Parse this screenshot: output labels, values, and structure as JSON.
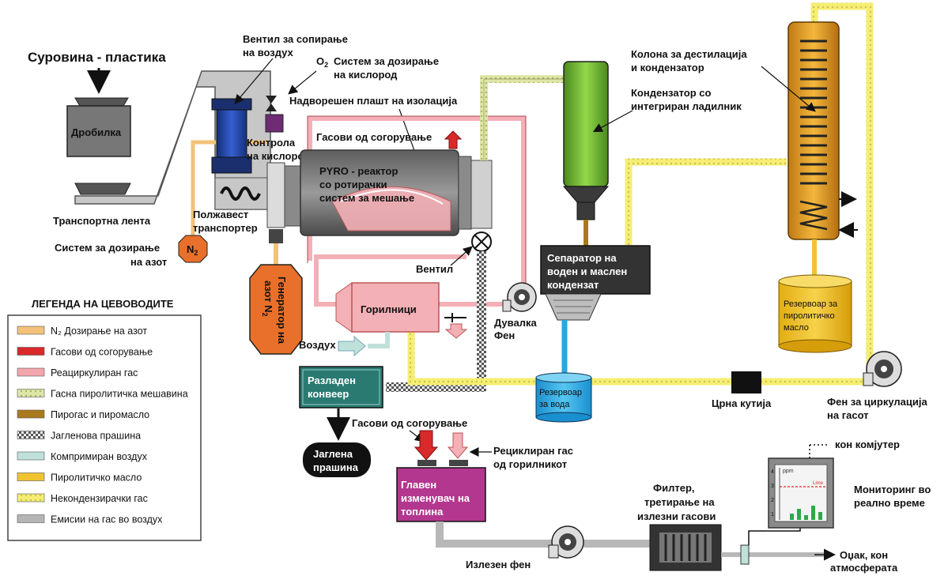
{
  "labels": {
    "raw_material": "Суровина - пластика",
    "crusher": "Дробилка",
    "conveyor_belt": "Транспортна лента",
    "n2_dosing_line1": "Систем за дозирање",
    "n2_dosing_line2": "на азот",
    "n2_symbol": "N",
    "n2_symbol_sub": "2",
    "air_valve_line1": "Вентил за сопирање",
    "air_valve_line2": "на воздух",
    "o2_symbol": "O",
    "o2_symbol_sub": "2",
    "o2_dosing_line1": "Систем за дозирање",
    "o2_dosing_line2": "на кислород",
    "outer_shell": "Надворешен плашт на изолација",
    "oxygen_control_line1": "Контрола",
    "oxygen_control_line2": "на кислород",
    "combustion_gases": "Гасови од согорување",
    "reactor_line1": "PYRO - реактор",
    "reactor_line2": "со ротирачки",
    "reactor_line3": "систем за мешање",
    "screw_line1": "Полжавест",
    "screw_line2": "транспортер",
    "n2_gen_line1": "Генератор на",
    "n2_gen_line2": "азот N",
    "n2_gen_sub": "2",
    "valve": "Вентил",
    "burners": "Горилници",
    "blower_line1": "Дувалка",
    "blower_line2": "Фен",
    "air": "Воздух",
    "discharge_line1": "Разладен",
    "discharge_line2": "конвеер",
    "char_line1": "Јаглена",
    "char_line2": "прашина",
    "condenser_line1": "Кондензатор со",
    "condenser_line2": "интегриран ладилник",
    "separator_line1": "Сепаратор на",
    "separator_line2": "воден и маслен",
    "separator_line3": "кондензат",
    "water_tank_line1": "Резервоар",
    "water_tank_line2": "за вода",
    "column_line1": "Колона за дестилација",
    "column_line2": "и кондензатор",
    "oil_tank_line1": "Резервоар за",
    "oil_tank_line2": "пиролитичко",
    "oil_tank_line3": "масло",
    "black_box": "Црна кутија",
    "gas_fan_line1": "Фен за циркулација",
    "gas_fan_line2": "на гасот",
    "combustion_gases_2": "Гасови од согорување",
    "recycled_gas_line1": "Рециклиран гас",
    "recycled_gas_line2": "од горилникот",
    "heat_exchanger_line1": "Главен",
    "heat_exchanger_line2": "изменувач на",
    "heat_exchanger_line3": "топлина",
    "exhaust_fan": "Излезен фен",
    "filter_line1": "Филтер,",
    "filter_line2": "третирање на",
    "filter_line3": "излезни гасови",
    "to_computer": "кон комјутер",
    "monitoring_line1": "Мониторинг во",
    "monitoring_line2": "реално време",
    "chimney_line1": "Оџак, кон",
    "chimney_line2": "атмосферата",
    "monitor_unit": "ppm",
    "monitor_limit": "Lime",
    "monitor_ticks": [
      "4",
      "3",
      "2",
      "1"
    ]
  },
  "legend": {
    "title": "ЛЕГЕНДА НА ЦЕВОВОДИТЕ",
    "items": [
      {
        "label": "N₂ Дозирање на азот",
        "color": "#f2c27a",
        "pattern": "solid"
      },
      {
        "label": "Гасови од согорување",
        "color": "#d9292a",
        "pattern": "solid"
      },
      {
        "label": "Реациркулиран гас",
        "color": "#f4a6ad",
        "pattern": "solid"
      },
      {
        "label": "Гасна пиролитичка мешавина",
        "color": "#d7e08a",
        "pattern": "dots"
      },
      {
        "label": "Пирогас и пиромасло",
        "color": "#a9791f",
        "pattern": "solid"
      },
      {
        "label": "Јагленова прашина",
        "color": "#8c8c8c",
        "pattern": "checker"
      },
      {
        "label": "Компримиран воздух",
        "color": "#bfe1da",
        "pattern": "solid"
      },
      {
        "label": "Пиролитичко масло",
        "color": "#f0c430",
        "pattern": "solid"
      },
      {
        "label": "Некондензирачки гас",
        "color": "#f6ee72",
        "pattern": "dots"
      },
      {
        "label": "Емисии на гас во воздух",
        "color": "#b5b5b5",
        "pattern": "solid"
      }
    ]
  },
  "colors": {
    "gray_pipe": "#b8b8b8",
    "pink_gas": "#f3b0b6",
    "yellow_gas": "#f3ec74",
    "green_condenser": "#7ec83a",
    "dark_box": "#333333",
    "teal_box": "#2a7a72",
    "magenta_box": "#b3378f",
    "oil_yellow": "#f2c21e",
    "blue_tank": "#2aa6e0",
    "orange_n2": "#e8702a",
    "red_arrow": "#d9292a"
  }
}
